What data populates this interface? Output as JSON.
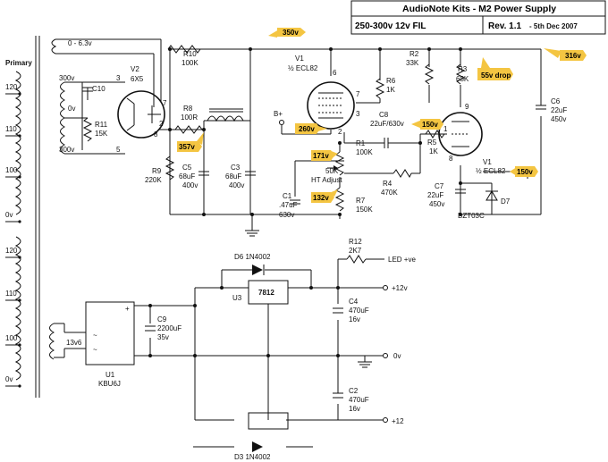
{
  "title_block": {
    "title": "AudioNote Kits - M2 Power Supply",
    "subtitle": "250-300v 12v FIL",
    "revision": "Rev. 1.1",
    "date": "- 5th Dec 2007"
  },
  "transformer": {
    "primary_label": "Primary",
    "primary_taps": [
      "120",
      "110",
      "100",
      "0v"
    ],
    "secondary_taps": [
      "120",
      "110",
      "100",
      "0v"
    ]
  },
  "voltage_annotations": [
    {
      "id": "v350",
      "text": "350v"
    },
    {
      "id": "v316",
      "text": "316v"
    },
    {
      "id": "v55drop",
      "text": "55v drop"
    },
    {
      "id": "v357",
      "text": "357v"
    },
    {
      "id": "v260",
      "text": "260v"
    },
    {
      "id": "v150a",
      "text": "150v"
    },
    {
      "id": "v171",
      "text": "171v"
    },
    {
      "id": "v132",
      "text": "132v"
    },
    {
      "id": "v150b",
      "text": "150v"
    }
  ],
  "hv_section": {
    "heater_label": "0 - 6.3v",
    "hv_taps": [
      "300v",
      "0v",
      "300v"
    ],
    "C10": "C10",
    "R11": [
      "R11",
      "15K"
    ],
    "V2": [
      "V2",
      "6X5"
    ],
    "pins_v2": [
      "3",
      "7",
      "2",
      "8",
      "5"
    ],
    "R10": [
      "R10",
      "100K"
    ],
    "R8": [
      "R8",
      "100R"
    ],
    "R9": [
      "R9",
      "220K"
    ],
    "C5": [
      "C5",
      "68uF",
      "400v"
    ],
    "C3": [
      "C3",
      "68uF",
      "400v"
    ],
    "V1_top": [
      "V1",
      "½ ECL82"
    ],
    "pins_v1": [
      "6",
      "7",
      "3",
      "2"
    ],
    "R6": [
      "R6",
      "1K"
    ],
    "R2": [
      "R2",
      "33K"
    ],
    "R3": [
      "R3",
      "68K"
    ],
    "C6": [
      "C6",
      "22uF",
      "450v"
    ],
    "bplus": "B+",
    "C8": [
      "C8",
      "22uF/630v"
    ],
    "pin9": "9",
    "R1": [
      "R1",
      "100K"
    ],
    "adjust": [
      "50K",
      "HT Adjust"
    ],
    "R5": [
      "R5",
      "1K"
    ],
    "pin1": "1",
    "V1_bot": [
      "V1",
      "½ ECL82"
    ],
    "pin8": "8",
    "R4": [
      "R4",
      "470K"
    ],
    "C1": [
      "C1",
      ".47uF",
      "630v"
    ],
    "R7": [
      "R7",
      "150K"
    ],
    "C7": [
      "C7",
      "22uF",
      "450v"
    ],
    "D7": [
      "D7",
      "BZT03C"
    ]
  },
  "lv_section": {
    "D6": "D6 1N4002",
    "R12": [
      "R12",
      "2K7"
    ],
    "led": "LED +ve",
    "U3": "U3",
    "reg": "7812",
    "plus12": "+12v",
    "C4": [
      "C4",
      "470uF",
      "16v"
    ],
    "bridge_plus": "+",
    "C9": [
      "C9",
      "2200uF",
      "35v"
    ],
    "sec_volt": "13v6",
    "U1": [
      "U1",
      "KBU6J"
    ],
    "zero": "0v",
    "C2": [
      "C2",
      "470uF",
      "16v"
    ],
    "cut_plus12": "+12",
    "cut_bottom": "D3 1N4002"
  }
}
